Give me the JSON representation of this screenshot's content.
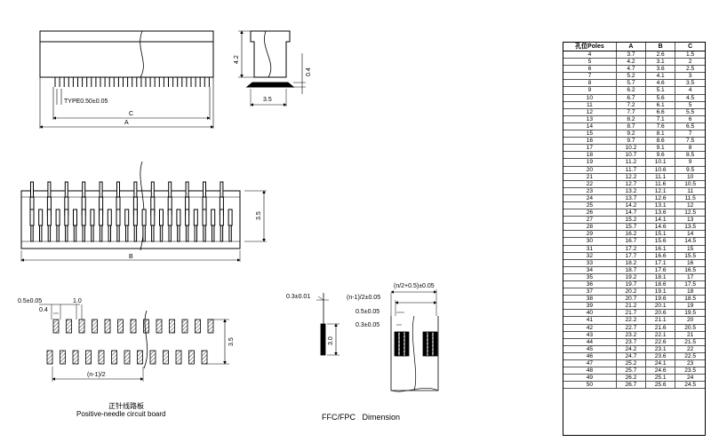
{
  "labels": {
    "dim_4_2": "4.2",
    "dim_0_4_side": "0.4",
    "dim_3_5_side": "3.5",
    "type_pitch": "TYPE0.50±0.05",
    "dim_c": "C",
    "dim_a": "A",
    "dim_3_5_top": "3.5",
    "dim_b": "B",
    "pcb_0_5": "0.5±0.05",
    "pcb_1_0": "1.0",
    "pcb_0_4": "0.4",
    "pcb_3_5": "3.5",
    "pcb_n": "(n-1)/2",
    "fpc_0_3_a": "0.3±0.01",
    "fpc_3_0": "3.0",
    "fpc_n1": "(n-1)/2±0.05",
    "fpc_n2": "(n/2+0.5)±0.05",
    "fpc_0_5": "0.5±0.05",
    "fpc_0_3_b": "0.3±0.05"
  },
  "captions": {
    "pcb_cn": "正针线路板",
    "pcb_en": "Positive-needle circuit board",
    "fpc": "FFC/FPC   Dimension"
  },
  "table": {
    "headers": [
      "孔位Poles",
      "A",
      "B",
      "C"
    ],
    "rows": [
      [
        "4",
        "3.7",
        "2.6",
        "1.5"
      ],
      [
        "5",
        "4.2",
        "3.1",
        "2"
      ],
      [
        "6",
        "4.7",
        "3.6",
        "2.5"
      ],
      [
        "7",
        "5.2",
        "4.1",
        "3"
      ],
      [
        "8",
        "5.7",
        "4.6",
        "3.5"
      ],
      [
        "9",
        "6.2",
        "5.1",
        "4"
      ],
      [
        "10",
        "6.7",
        "5.6",
        "4.5"
      ],
      [
        "11",
        "7.2",
        "6.1",
        "5"
      ],
      [
        "12",
        "7.7",
        "6.6",
        "5.5"
      ],
      [
        "13",
        "8.2",
        "7.1",
        "6"
      ],
      [
        "14",
        "8.7",
        "7.6",
        "6.5"
      ],
      [
        "15",
        "9.2",
        "8.1",
        "7"
      ],
      [
        "16",
        "9.7",
        "8.6",
        "7.5"
      ],
      [
        "17",
        "10.2",
        "9.1",
        "8"
      ],
      [
        "18",
        "10.7",
        "9.6",
        "8.5"
      ],
      [
        "19",
        "11.2",
        "10.1",
        "9"
      ],
      [
        "20",
        "11.7",
        "10.6",
        "9.5"
      ],
      [
        "21",
        "12.2",
        "11.1",
        "10"
      ],
      [
        "22",
        "12.7",
        "11.6",
        "10.5"
      ],
      [
        "23",
        "13.2",
        "12.1",
        "11"
      ],
      [
        "24",
        "13.7",
        "12.6",
        "11.5"
      ],
      [
        "25",
        "14.2",
        "13.1",
        "12"
      ],
      [
        "26",
        "14.7",
        "13.6",
        "12.5"
      ],
      [
        "27",
        "15.2",
        "14.1",
        "13"
      ],
      [
        "28",
        "15.7",
        "14.6",
        "13.5"
      ],
      [
        "29",
        "16.2",
        "15.1",
        "14"
      ],
      [
        "30",
        "16.7",
        "15.6",
        "14.5"
      ],
      [
        "31",
        "17.2",
        "16.1",
        "15"
      ],
      [
        "32",
        "17.7",
        "16.6",
        "15.5"
      ],
      [
        "33",
        "18.2",
        "17.1",
        "16"
      ],
      [
        "34",
        "18.7",
        "17.6",
        "16.5"
      ],
      [
        "35",
        "19.2",
        "18.1",
        "17"
      ],
      [
        "36",
        "19.7",
        "18.6",
        "17.5"
      ],
      [
        "37",
        "20.2",
        "19.1",
        "18"
      ],
      [
        "38",
        "20.7",
        "19.6",
        "18.5"
      ],
      [
        "39",
        "21.2",
        "20.1",
        "19"
      ],
      [
        "40",
        "21.7",
        "20.6",
        "19.5"
      ],
      [
        "41",
        "22.2",
        "21.1",
        "20"
      ],
      [
        "42",
        "22.7",
        "21.6",
        "20.5"
      ],
      [
        "43",
        "23.2",
        "22.1",
        "21"
      ],
      [
        "44",
        "23.7",
        "22.6",
        "21.5"
      ],
      [
        "45",
        "24.2",
        "23.1",
        "22"
      ],
      [
        "46",
        "24.7",
        "23.6",
        "22.5"
      ],
      [
        "47",
        "25.2",
        "24.1",
        "23"
      ],
      [
        "48",
        "25.7",
        "24.6",
        "23.5"
      ],
      [
        "49",
        "26.2",
        "25.1",
        "24"
      ],
      [
        "50",
        "26.7",
        "25.6",
        "24.5"
      ]
    ]
  }
}
